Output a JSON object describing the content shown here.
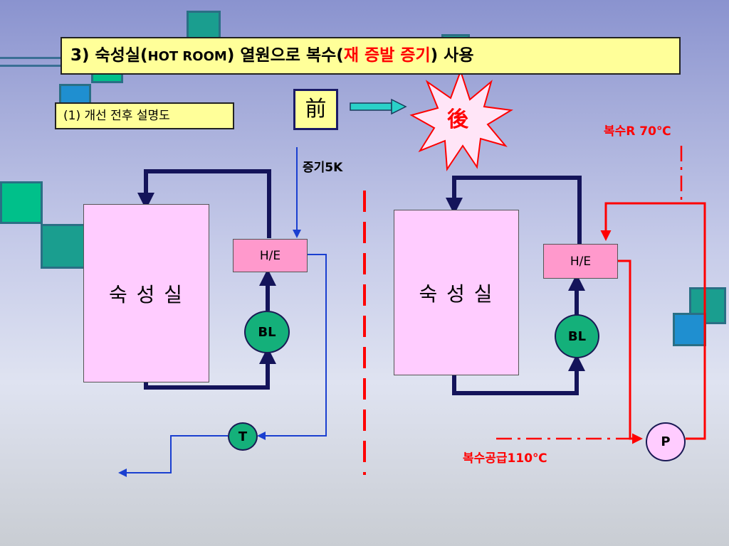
{
  "colors": {
    "deco_teal": "#1a9e8f",
    "deco_border": "#2a6f85",
    "deco_green": "#00c08a",
    "deco_blue": "#1f8fd0",
    "title_bg": "#ffff99",
    "room_fill": "#ffccff",
    "he_fill": "#ff99cc",
    "blower_fill": "#14b07a",
    "pipe_navy": "#14145a",
    "steam_blue": "#1a3fd0",
    "condensate_red": "#ff0000",
    "arrow_cyan": "#2ad1c8"
  },
  "title": {
    "prefix": "3) 숙성실(",
    "hot_room": "HOT ROOM",
    "middle": ") 열원으로 복수(",
    "highlight": "재 증발 증기",
    "suffix": ") 사용"
  },
  "subtitle": "(1) 개선 전후 설명도",
  "compare": {
    "before": "前",
    "after": "後"
  },
  "left_diagram": {
    "room_label": "숙 성 실",
    "he_label": "H/E",
    "blower_label": "BL",
    "trap_label": "T",
    "steam_label": "증기5K"
  },
  "right_diagram": {
    "room_label": "숙 성 실",
    "he_label": "H/E",
    "blower_label": "BL",
    "pump_label": "P",
    "return_label": "복수R 70℃",
    "supply_label": "복수공급110℃"
  }
}
